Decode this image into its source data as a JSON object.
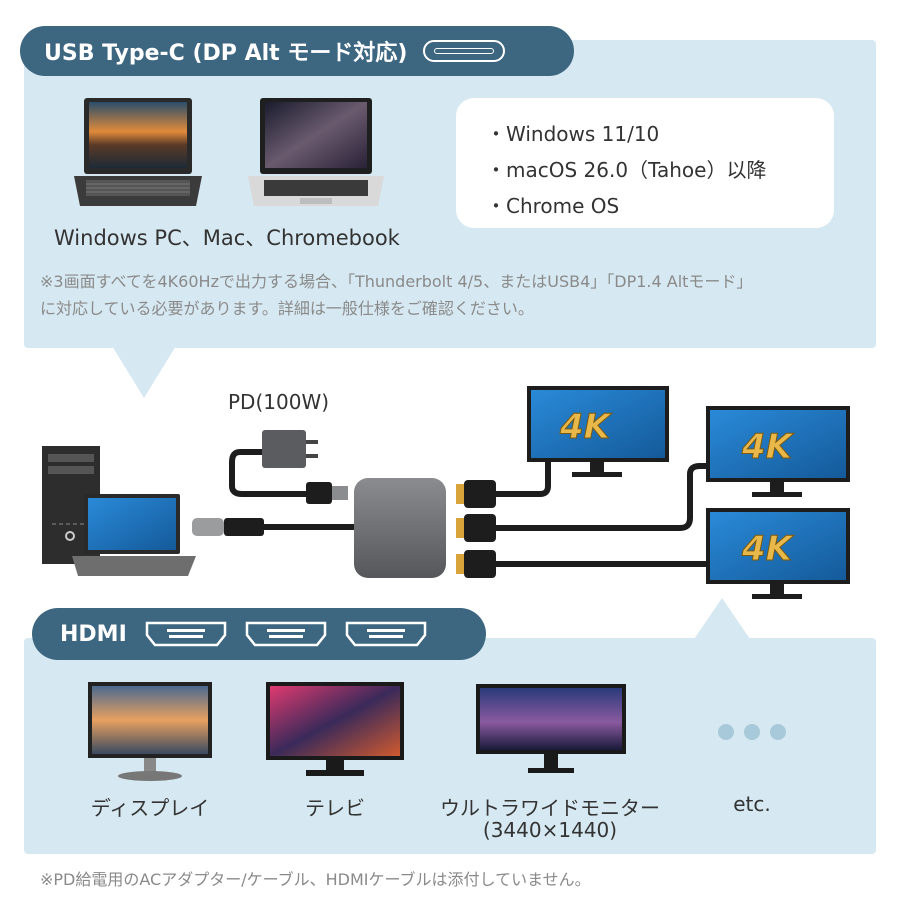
{
  "top_section": {
    "title": "USB Type-C (DP Alt モード対応)",
    "port_icon": "usb-c-port-icon",
    "os_list": [
      "・Windows 11/10",
      "・macOS 26.0（Tahoe）以降",
      "・Chrome OS"
    ],
    "device_caption": "Windows PC、Mac、Chromebook",
    "note_line1": "※3画面すべてを4K60Hzで出力する場合、「Thunderbolt 4/5、またはUSB4」「DP1.4 Altモード」",
    "note_line2": "に対応している必要があります。詳細は一般仕様をご確認ください。"
  },
  "diagram": {
    "pd_label": "PD(100W)",
    "monitor_badge": "4K"
  },
  "bottom_section": {
    "title": "HDMI",
    "displays": {
      "display": "ディスプレイ",
      "tv": "テレビ",
      "ultrawide": "ウルトラワイドモニター",
      "ultrawide_res": "(3440×1440)",
      "etc": "etc."
    }
  },
  "footer_note": "※PD給電用のACアダプター/ケーブル、HDMIケーブルは添付していません。",
  "colors": {
    "panel_bg": "#d6e8f1",
    "pill_bg": "#3d6680",
    "badge_gold": "#e8b84a",
    "screen_blue": "#1e7bc4",
    "hub_gray": "#6b6d70"
  }
}
